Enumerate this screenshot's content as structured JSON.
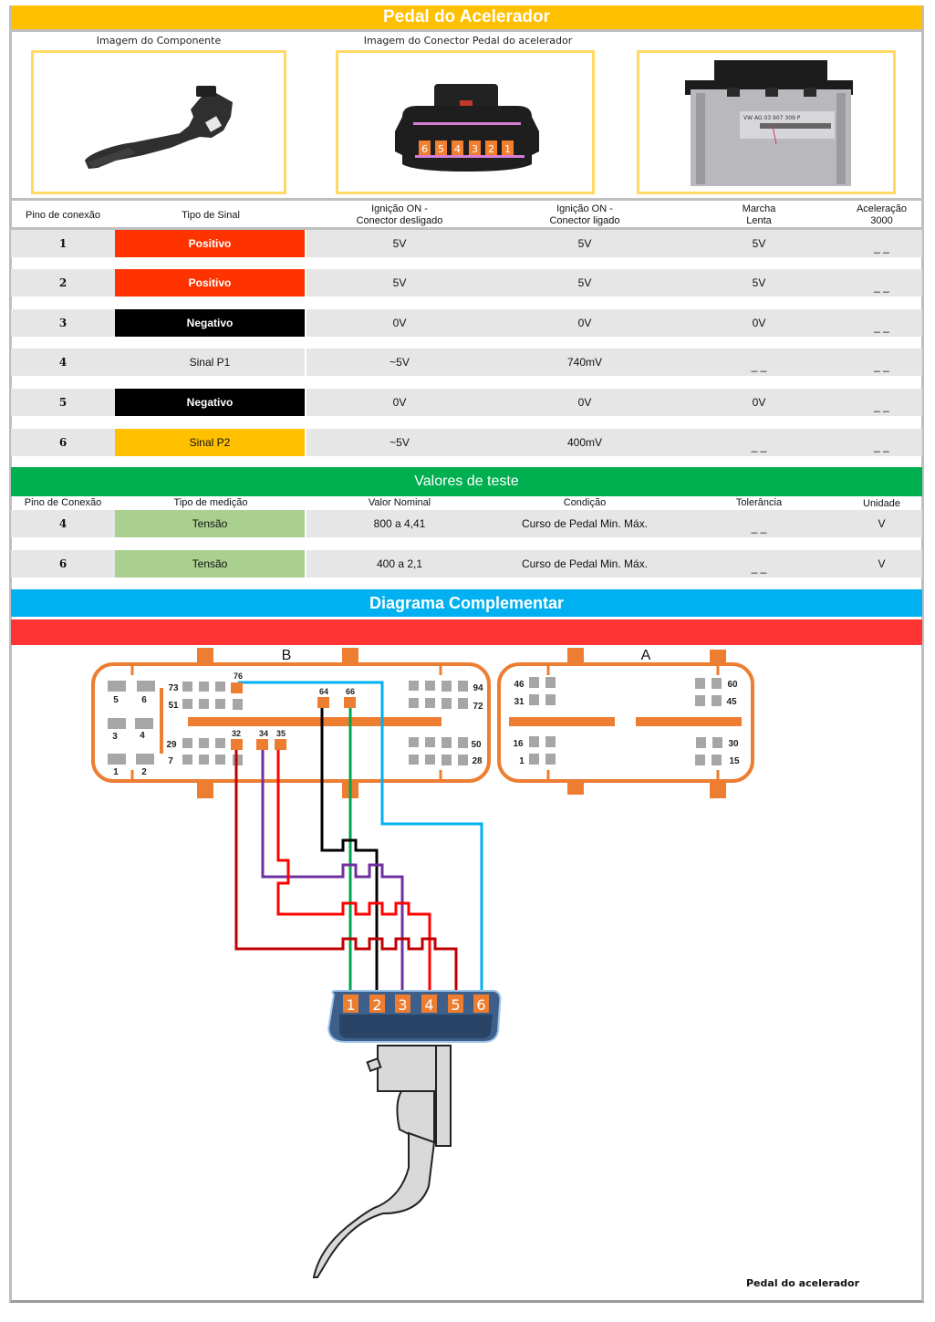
{
  "header": {
    "title": "Pedal do Acelerador"
  },
  "images": {
    "component_caption": "Imagem do Componente",
    "connector_caption": "Imagem do Conector Pedal do acelerador",
    "connector_pin_labels": [
      "6",
      "5",
      "4",
      "3",
      "2",
      "1"
    ],
    "ecu_label": "VW AG 03 907 309 P"
  },
  "pin_table": {
    "headers": [
      "Pino de conexão",
      "Tipo de Sinal",
      "Ignição ON -\nConector desligado",
      "Ignição ON -\nConector ligado",
      "Marcha\nLenta",
      "Aceleração\n3000"
    ],
    "header_lines": [
      [
        "Pino de conexão"
      ],
      [
        "Tipo de Sinal"
      ],
      [
        "Ignição ON -",
        "Conector desligado"
      ],
      [
        "Ignição ON -",
        "Conector ligado"
      ],
      [
        "Marcha",
        "Lenta"
      ],
      [
        "Aceleração",
        "3000"
      ]
    ],
    "rows": [
      {
        "pin": "1",
        "signal": "Positivo",
        "signal_color": "#ff3300",
        "signal_text_color": "#ffffff",
        "ign_off": "5V",
        "ign_on": "5V",
        "idle": "5V",
        "accel": "_ _"
      },
      {
        "pin": "2",
        "signal": "Positivo",
        "signal_color": "#ff3300",
        "signal_text_color": "#ffffff",
        "ign_off": "5V",
        "ign_on": "5V",
        "idle": "5V",
        "accel": "_ _"
      },
      {
        "pin": "3",
        "signal": "Negativo",
        "signal_color": "#000000",
        "signal_text_color": "#ffffff",
        "ign_off": "0V",
        "ign_on": "0V",
        "idle": "0V",
        "accel": "_ _"
      },
      {
        "pin": "4",
        "signal": "Sinal P1",
        "signal_color": "#e6e6e6",
        "signal_text_color": "#111111",
        "ign_off": "~5V",
        "ign_on": "740mV",
        "idle": "_ _",
        "accel": "_ _"
      },
      {
        "pin": "5",
        "signal": "Negativo",
        "signal_color": "#000000",
        "signal_text_color": "#ffffff",
        "ign_off": "0V",
        "ign_on": "0V",
        "idle": "0V",
        "accel": "_ _"
      },
      {
        "pin": "6",
        "signal": "Sinal P2",
        "signal_color": "#ffc000",
        "signal_text_color": "#111111",
        "ign_off": "~5V",
        "ign_on": "400mV",
        "idle": "_ _",
        "accel": "_ _"
      }
    ]
  },
  "test_values": {
    "title": "Valores de teste",
    "headers": [
      "Pino de Conexão",
      "Tipo de medição",
      "Valor Nominal",
      "Condição",
      "Tolerância",
      "Unidade"
    ],
    "rows": [
      {
        "pin": "4",
        "type": "Tensão",
        "nominal": "800 a 4,41",
        "condition": "Curso de Pedal Min. Máx.",
        "tolerance": "_ _",
        "unit": "V"
      },
      {
        "pin": "6",
        "type": "Tensão",
        "nominal": "400 a 2,1",
        "condition": "Curso de Pedal Min. Máx.",
        "tolerance": "_ _",
        "unit": "V"
      }
    ]
  },
  "diagram": {
    "title": "Diagrama Complementar",
    "connector_b": {
      "label": "B",
      "pin_labels": [
        "5",
        "6",
        "3",
        "4",
        "1",
        "2",
        "73",
        "51",
        "29",
        "7",
        "94",
        "72",
        "50",
        "28"
      ],
      "highlighted_pins": [
        "76",
        "64",
        "66",
        "32",
        "34",
        "35"
      ]
    },
    "connector_a": {
      "label": "A",
      "pin_labels": [
        "46",
        "31",
        "16",
        "1",
        "60",
        "45",
        "30",
        "15"
      ]
    },
    "pedal_connector_pins": [
      "1",
      "2",
      "3",
      "4",
      "5",
      "6"
    ],
    "wires": [
      {
        "ecu_pin": "66",
        "pedal_pin": "1",
        "color": "#00a550"
      },
      {
        "ecu_pin": "64",
        "pedal_pin": "2",
        "color": "#000000"
      },
      {
        "ecu_pin": "34",
        "pedal_pin": "3",
        "color": "#7030a0"
      },
      {
        "ecu_pin": "35",
        "pedal_pin": "4",
        "color": "#ff0000"
      },
      {
        "ecu_pin": "32",
        "pedal_pin": "5",
        "color": "#c00000"
      },
      {
        "ecu_pin": "76",
        "pedal_pin": "6",
        "color": "#00b0f0"
      }
    ],
    "footer_label": "Pedal do acelerador"
  }
}
